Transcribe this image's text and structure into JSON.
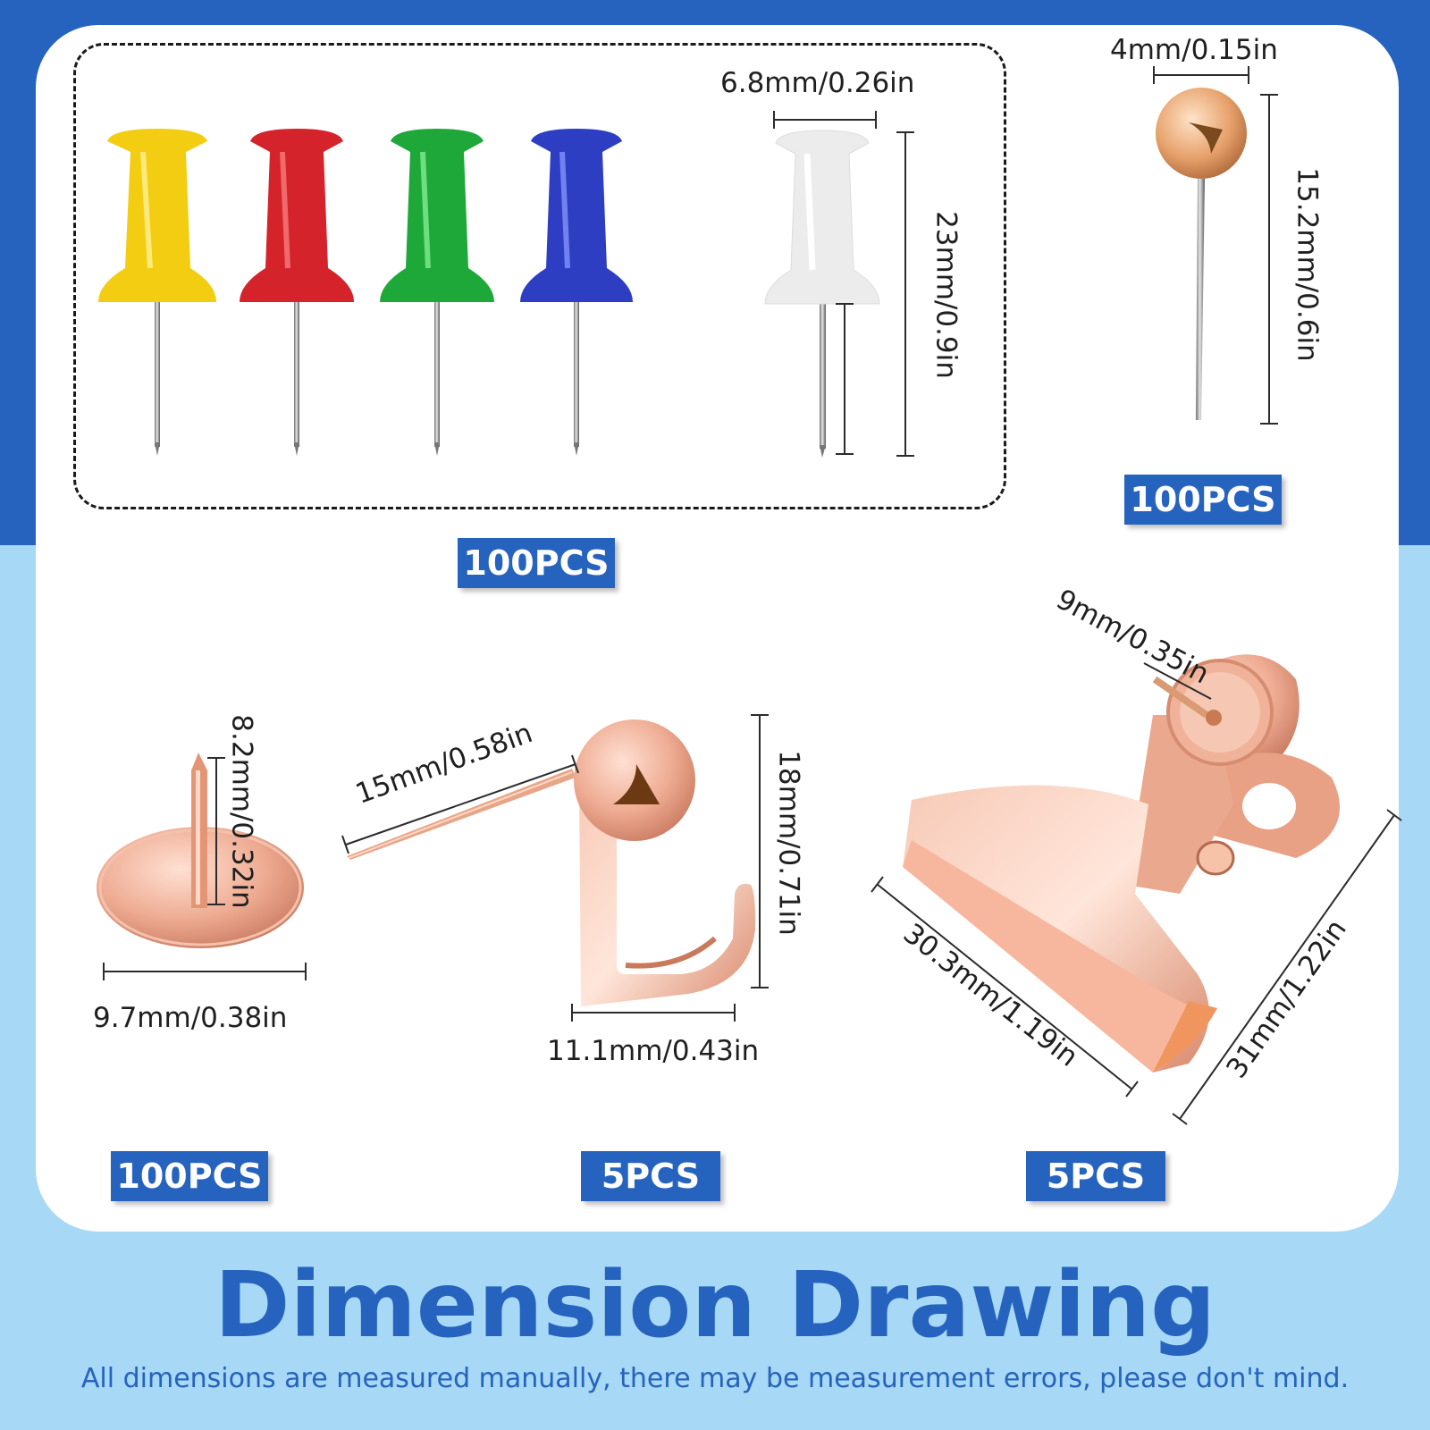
{
  "colors": {
    "brand_blue": "#2563be",
    "light_blue": "#a7d8f5",
    "rose_gold": "#e9a88f",
    "pin_yellow": "#f3cd12",
    "pin_red": "#d4232b",
    "pin_green": "#1fa83a",
    "pin_blue": "#2d3ec2",
    "pin_white": "#ececec"
  },
  "items": [
    {
      "name": "push-pins",
      "dimensions": [
        "6.8mm/0.26in",
        "23mm/0.9in"
      ],
      "quantity": "100PCS",
      "pin_colors": [
        "yellow",
        "red",
        "green",
        "blue",
        "white"
      ]
    },
    {
      "name": "ball-head-pin",
      "dimensions": [
        "4mm/0.15in",
        "15.2mm/0.6in"
      ],
      "quantity": "100PCS"
    },
    {
      "name": "flat-thumbtack",
      "dimensions": [
        "8.2mm/0.32in",
        "9.7mm/0.38in"
      ],
      "quantity": "100PCS"
    },
    {
      "name": "push-pin-hook",
      "dimensions": [
        "15mm/0.58in",
        "18mm/0.71in",
        "11.1mm/0.43in"
      ],
      "quantity": "5PCS"
    },
    {
      "name": "binder-clip-pin",
      "dimensions": [
        "9mm/0.35in",
        "30.3mm/1.19in",
        "31mm/1.22in"
      ],
      "quantity": "5PCS"
    }
  ],
  "title": "Dimension Drawing",
  "note": "All dimensions are measured manually, there  may be measurement errors, please don't mind."
}
